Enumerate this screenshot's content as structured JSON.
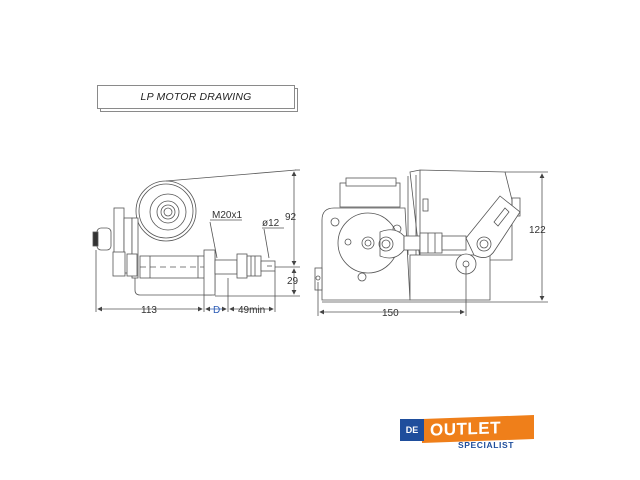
{
  "title": "LP MOTOR DRAWING",
  "left_view": {
    "labels": {
      "thread": "M20x1",
      "shaft_diameter": "ø12",
      "height_top": "92",
      "height_bottom": "29",
      "width_body": "113",
      "width_d": "D",
      "width_min": "49min"
    }
  },
  "right_view": {
    "labels": {
      "height": "122",
      "width": "150"
    }
  },
  "logo": {
    "prefix": "DE",
    "main": "OUTLET",
    "sub": "SPECIALIST",
    "colors": {
      "orange": "#ef7f1a",
      "blue": "#1f4e9c"
    }
  },
  "colors": {
    "line": "#555555",
    "dim_accent": "#2b5bb5",
    "background": "#ffffff"
  }
}
